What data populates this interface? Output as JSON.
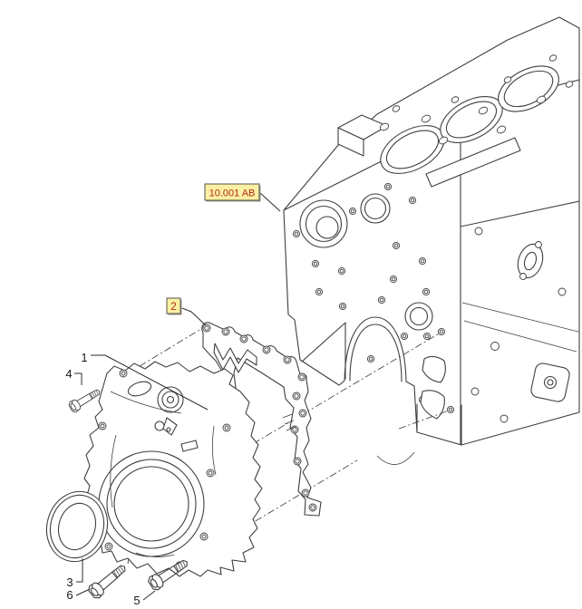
{
  "figure": {
    "background_color": "#ffffff",
    "line_color": "#3f3f3f",
    "highlight_fill_color": "#fbf0a2",
    "highlight_border_color": "#56524b",
    "boxed_text_color": "#b02c20",
    "callout_text_color": "#1a1a1a",
    "ref_label": {
      "text": "10.001 AB"
    },
    "callouts": [
      {
        "label": "1",
        "boxed": false
      },
      {
        "label": "2",
        "boxed": true
      },
      {
        "label": "3",
        "boxed": false
      },
      {
        "label": "4",
        "boxed": false
      },
      {
        "label": "5",
        "boxed": false
      },
      {
        "label": "6",
        "boxed": false
      }
    ]
  }
}
